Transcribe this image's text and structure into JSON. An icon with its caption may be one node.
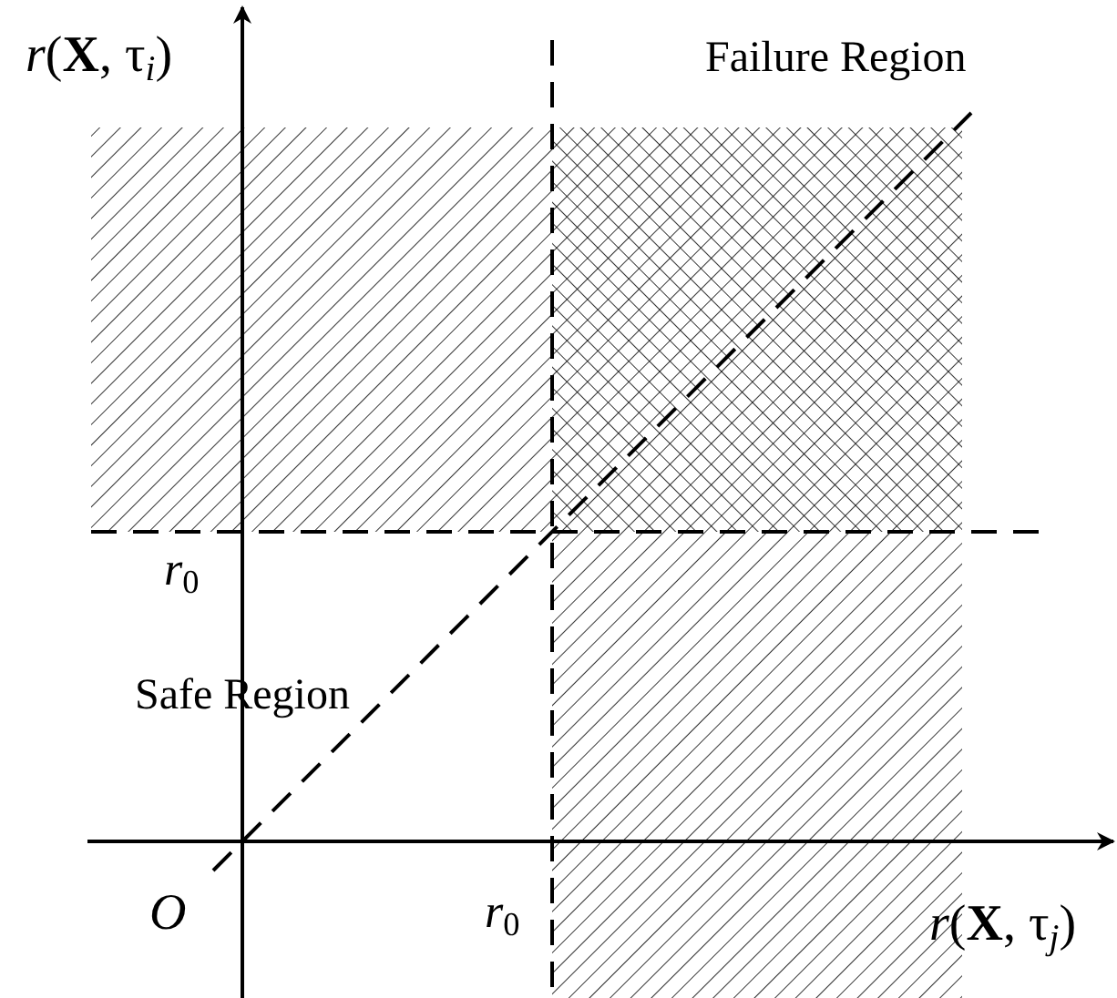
{
  "diagram": {
    "labels": [
      "*r*(**X**, τ$_{i}$)",
      "Failure Region",
      "*r*$_{0}$",
      "Safe Region",
      "*O*",
      "*r*$_{0}$",
      "*r*(**X**, τ$_{j}$)"
    ]
  }
}
